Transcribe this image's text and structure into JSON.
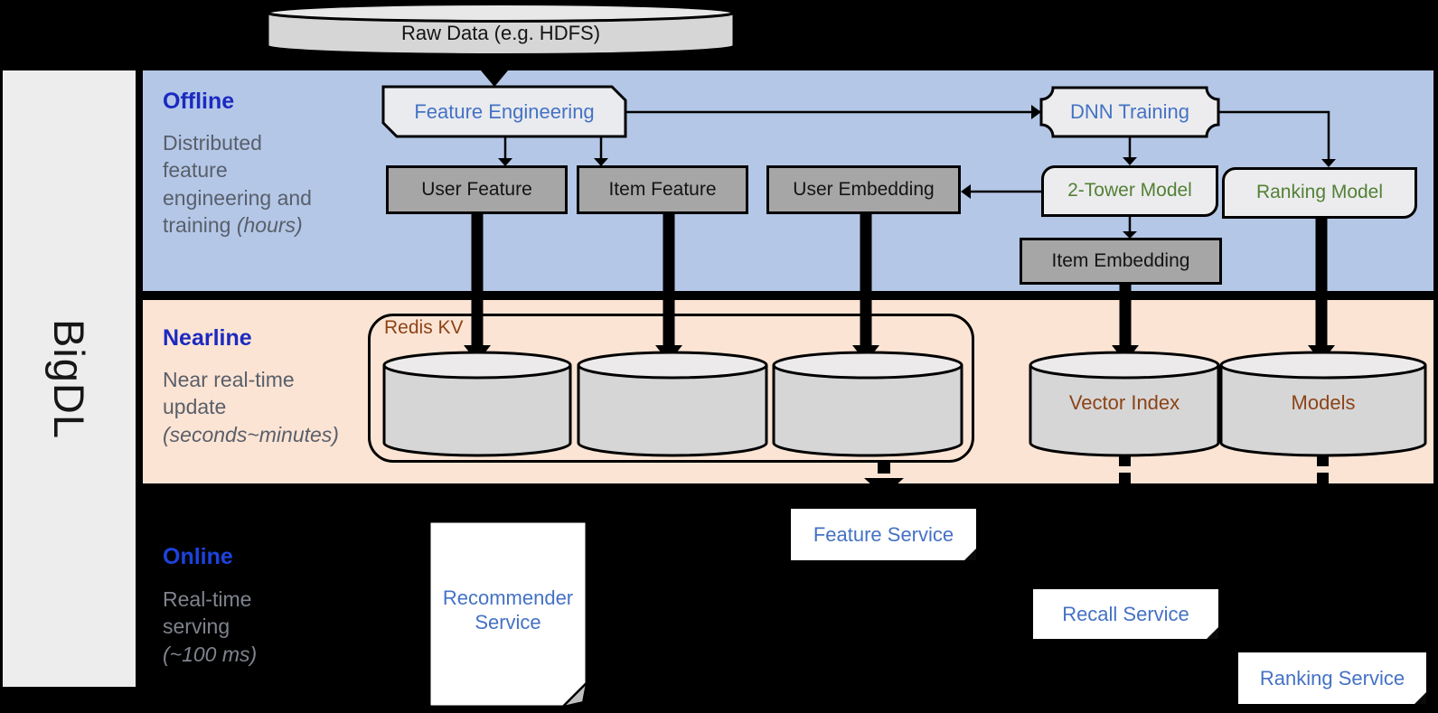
{
  "brand": {
    "name": "BigDL"
  },
  "raw_data": {
    "label": "Raw Data (e.g. HDFS)"
  },
  "sections": {
    "offline": {
      "title": "Offline",
      "desc_lines": [
        "Distributed",
        "feature",
        "engineering and"
      ],
      "desc_tail": "training ",
      "desc_tail_italic": "(hours)"
    },
    "nearline": {
      "title": "Nearline",
      "desc_lines": [
        "Near real-time",
        "update"
      ],
      "desc_tail": "",
      "desc_tail_italic": "(seconds~minutes)"
    },
    "online": {
      "title": "Online",
      "desc_lines": [
        "Real-time",
        "serving"
      ],
      "desc_tail": "",
      "desc_tail_italic": "(~100 ms)"
    }
  },
  "nodes": {
    "feature_engineering": "Feature Engineering",
    "dnn_training": "DNN Training",
    "user_feature": "User Feature",
    "item_feature": "Item Feature",
    "user_embedding": "User Embedding",
    "two_tower_model": "2-Tower Model",
    "ranking_model": "Ranking Model",
    "item_embedding": "Item Embedding",
    "redis_kv": "Redis KV",
    "vector_index": "Vector Index",
    "models": "Models"
  },
  "services": {
    "recommender": "Recommender Service",
    "feature": "Feature Service",
    "recall": "Recall Service",
    "ranking": "Ranking Service"
  },
  "colors": {
    "background": "#000000",
    "sidebar": "#ededed",
    "offline_band": "#b4c7e7",
    "nearline_band": "#fce4d4",
    "section_title_blue": "#1b2ac0",
    "online_title_blue": "#1d43dd",
    "node_text_blue": "#4472c4",
    "model_text_green": "#538135",
    "storage_text_brown": "#8c4317",
    "gray_box_fill": "#a6a6a6",
    "light_box_fill": "#ececee",
    "cylinder_fill": "#d4d4d4",
    "desc_gray": "#595f6a",
    "online_desc_gray": "#7e838d"
  }
}
